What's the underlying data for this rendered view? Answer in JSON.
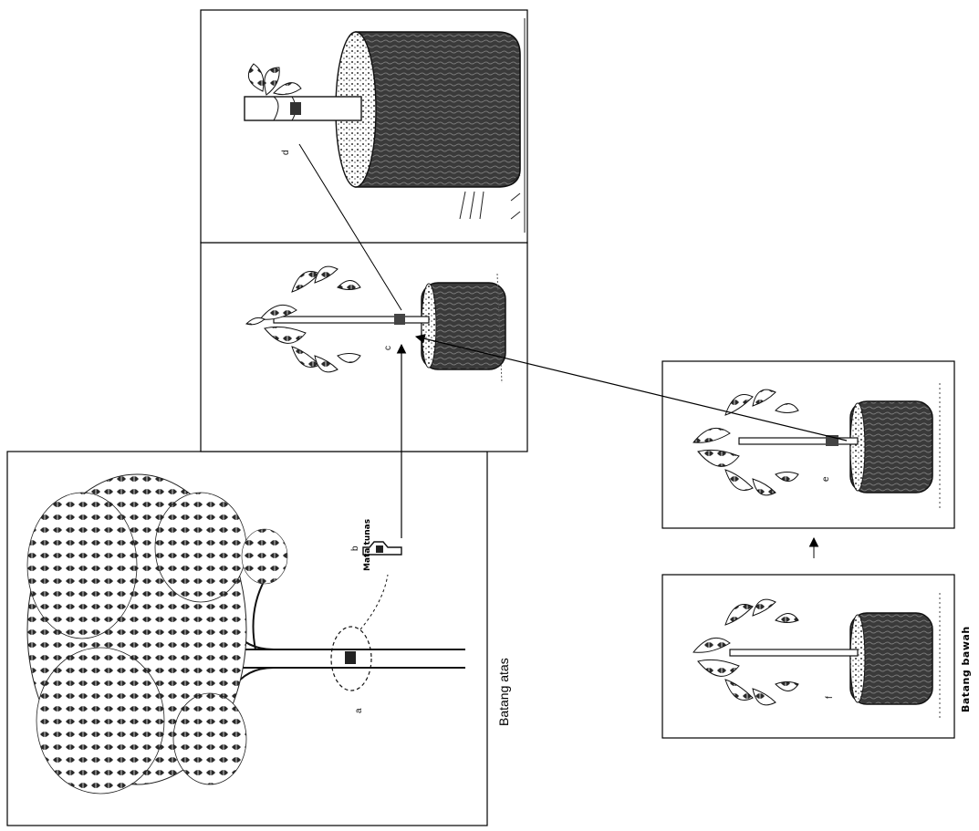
{
  "labels": {
    "batang_atas": "Batang atas",
    "batang_bawah": "Batang bawah",
    "mata_tunas": "Mata tunas"
  },
  "panel_letters": {
    "a": "a",
    "b": "b",
    "c": "c",
    "d": "d",
    "e": "e",
    "f": "f"
  },
  "colors": {
    "line": "#000000",
    "ink": "#1a1a1a",
    "pot_dark": "#2a2a2a"
  }
}
